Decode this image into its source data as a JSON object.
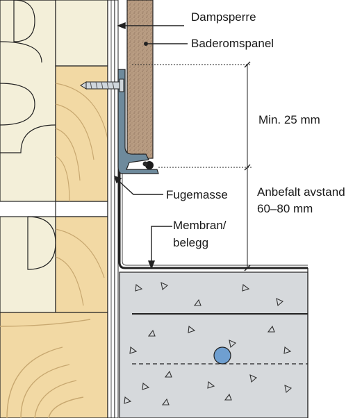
{
  "labels": {
    "vapor_barrier": "Dampsperre",
    "bathroom_panel": "Baderomspanel",
    "min_distance": "Min. 25 mm",
    "joint_compound": "Fugemasse",
    "recommended_line1": "Anbefalt avstand",
    "recommended_line2": "60–80 mm",
    "membrane_line1": "Membran/",
    "membrane_line2": "belegg"
  },
  "colors": {
    "insulation": "#f3efd9",
    "wood": "#f2d9a4",
    "wood_grain": "#c8a870",
    "panel": "#b89c82",
    "concrete": "#d6d9dc",
    "pipe": "#6f9fd0",
    "profile": "#6e8a9c",
    "outline": "#222222"
  },
  "icons": [
    "screw-icon"
  ]
}
